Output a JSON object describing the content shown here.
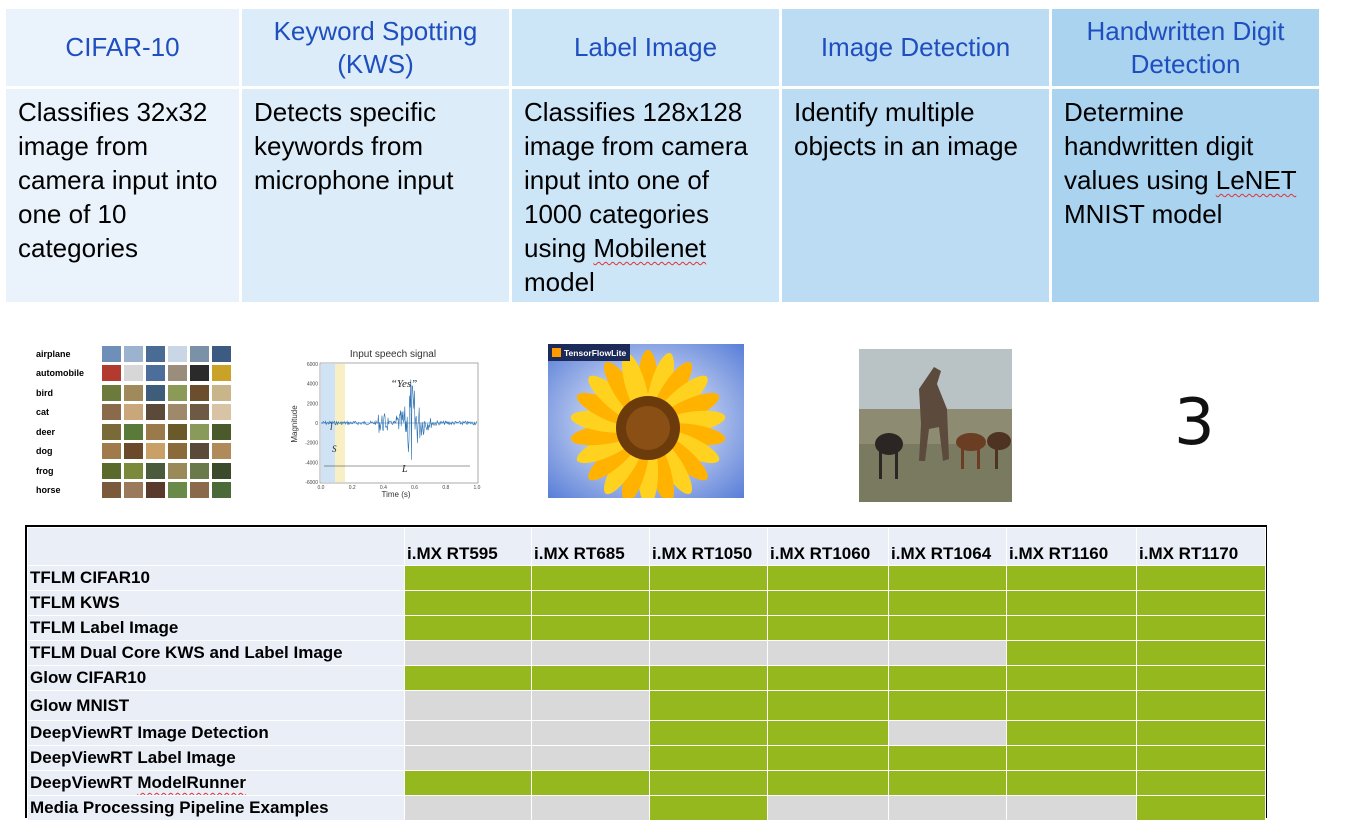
{
  "use_cases": [
    {
      "title": "CIFAR-10",
      "desc": "Classifies 32x32 image from camera input into one of 10 categories"
    },
    {
      "title": "Keyword Spotting (KWS)",
      "desc": "Detects specific keywords from microphone input"
    },
    {
      "title": "Label Image",
      "desc_before": "Classifies 128x128 image from camera input into one of 1000 categories using ",
      "desc_em": "Mobilenet",
      "desc_after": " model"
    },
    {
      "title": "Image Detection",
      "desc": "Identify multiple objects in an image"
    },
    {
      "title": "Handwritten Digit Detection",
      "desc_before": "Determine handwritten digit values using ",
      "desc_em": "LeNET",
      "desc_after": " MNIST model"
    }
  ],
  "cifar_labels": [
    "airplane",
    "automobile",
    "bird",
    "cat",
    "deer",
    "dog",
    "frog",
    "horse"
  ],
  "speech_plot": {
    "title": "Input speech signal",
    "ylabel": "Magnitude",
    "xlabel": "Time (s)",
    "quote": "“Yes”",
    "l_label": "l",
    "s_label": "S",
    "L_label": "L",
    "yticks": [
      "6000",
      "4000",
      "2000",
      "0",
      "-2000",
      "-4000",
      "-6000"
    ],
    "xticks": [
      "0.0",
      "0.2",
      "0.4",
      "0.6",
      "0.8",
      "1.0"
    ]
  },
  "tflite_badge": "TensorFlowLite",
  "digit": "3",
  "compat": {
    "columns": [
      "i.MX RT595",
      "i.MX RT685",
      "i.MX RT1050",
      "i.MX RT1060",
      "i.MX RT1064",
      "i.MX RT1160",
      "i.MX RT1170"
    ],
    "rows": [
      {
        "label": "TFLM CIFAR10",
        "support": [
          1,
          1,
          1,
          1,
          1,
          1,
          1
        ]
      },
      {
        "label": "TFLM KWS",
        "support": [
          1,
          1,
          1,
          1,
          1,
          1,
          1
        ]
      },
      {
        "label": "TFLM Label Image",
        "support": [
          1,
          1,
          1,
          1,
          1,
          1,
          1
        ]
      },
      {
        "label": "TFLM Dual Core KWS and Label Image",
        "support": [
          0,
          0,
          0,
          0,
          0,
          1,
          1
        ]
      },
      {
        "label": "Glow CIFAR10",
        "support": [
          1,
          1,
          1,
          1,
          1,
          1,
          1
        ]
      },
      {
        "label": "Glow MNIST",
        "support": [
          0,
          0,
          1,
          1,
          1,
          1,
          1
        ]
      },
      {
        "label": "DeepViewRT Image Detection",
        "support": [
          0,
          0,
          1,
          1,
          0,
          1,
          1
        ]
      },
      {
        "label": "DeepViewRT Label Image",
        "support": [
          0,
          0,
          1,
          1,
          1,
          1,
          1
        ]
      },
      {
        "label": "DeepViewRT ModelRunner",
        "support": [
          1,
          1,
          1,
          1,
          1,
          1,
          1
        ]
      },
      {
        "label": "Media Processing Pipeline Examples",
        "support": [
          0,
          0,
          1,
          0,
          0,
          0,
          1
        ]
      }
    ],
    "colors": {
      "yes": "#95b81f",
      "no": "#d9d9d9"
    }
  }
}
